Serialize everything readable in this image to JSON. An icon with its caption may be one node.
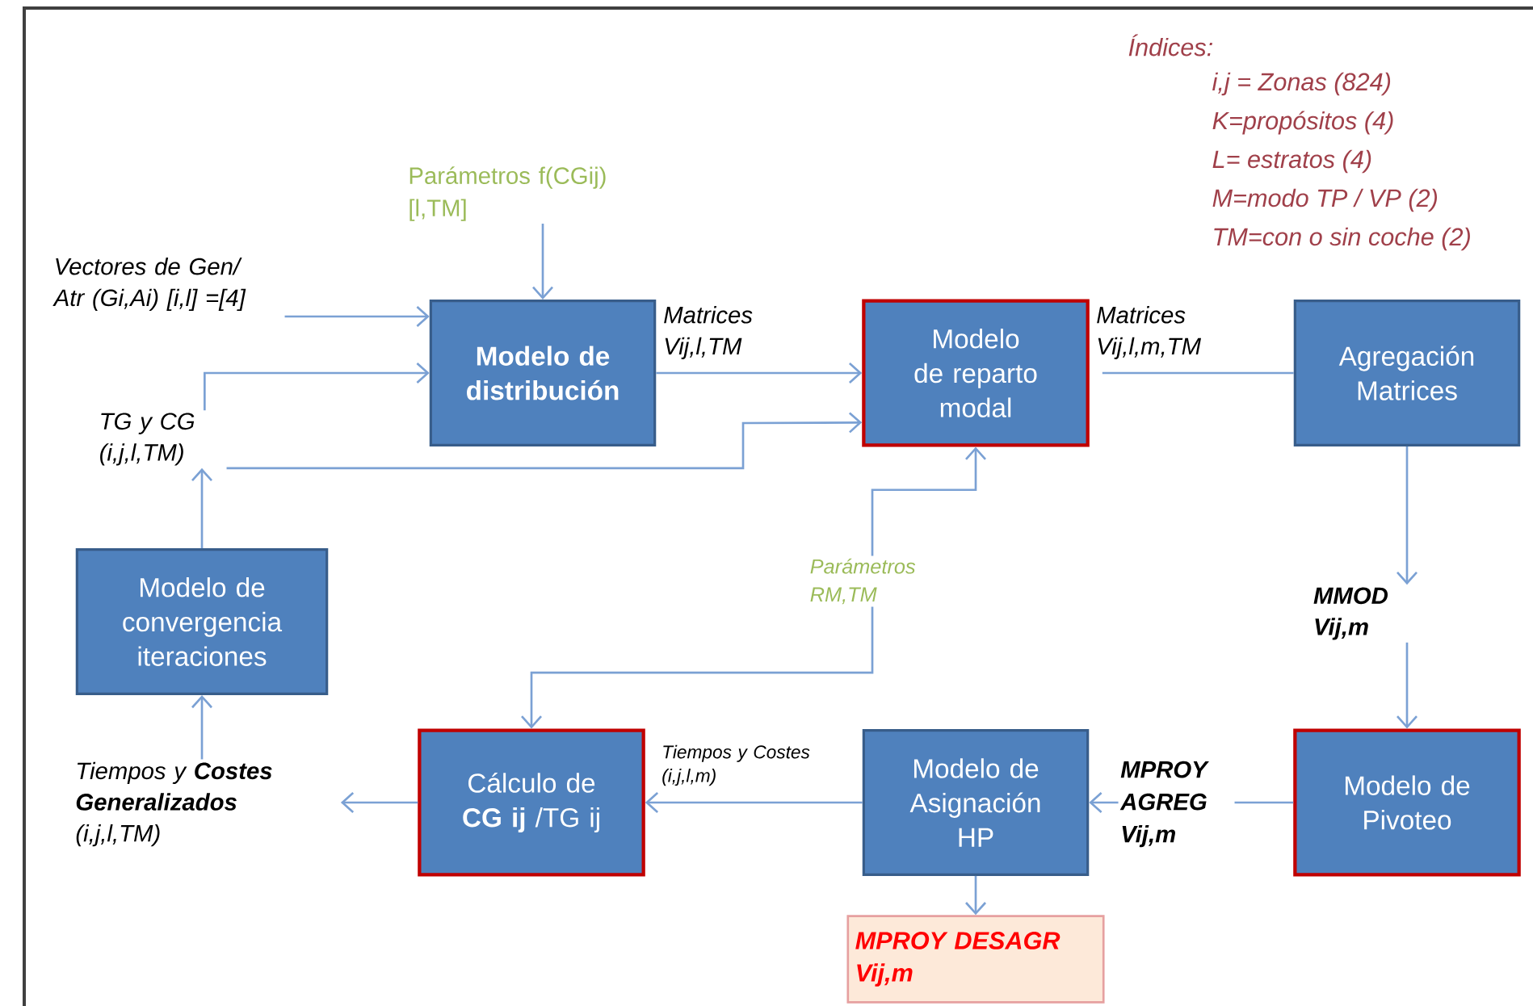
{
  "diagram": {
    "nodes": [
      {
        "text": [
          "Modelo de distribución"
        ]
      },
      {
        "text": [
          "Modelo de reparto modal"
        ]
      },
      {
        "text": [
          "Agregación Matrices"
        ]
      },
      {
        "text": [
          "Modelo de convergencia iteraciones"
        ]
      },
      {
        "text": [
          "Cálculo de **CG ij** /TG ij"
        ]
      },
      {
        "text": [
          "Modelo de Asignación HP"
        ]
      },
      {
        "text": [
          "Modelo de Pivoteo"
        ]
      },
      {
        "text": [
          "MPROY DESAGR Vij,m"
        ]
      },
      {
        "text": [
          "Parámetros f(CGij) [l,TM]"
        ]
      },
      {
        "text": [
          "Vectores de Gen/ Atr (Gi,Ai) [i,l] =[4]"
        ]
      },
      {
        "text": [
          "TG y CG (i,j,l,TM)"
        ]
      },
      {
        "text": [
          "Parámetros RM,TM"
        ]
      },
      {
        "text": [
          "Tiempos y **Costes Generalizados** (i,j,l,TM)"
        ]
      },
      {
        "text": [
          "MMOD Vij,m"
        ]
      }
    ],
    "edges": [
      {
        "from": 8,
        "to": 0,
        "arrow": "to"
      },
      {
        "from": 9,
        "to": 0,
        "arrow": "to"
      },
      {
        "from": 3,
        "to": 10,
        "arrow": "to"
      },
      {
        "from": 10,
        "to": 0,
        "arrow": "to"
      },
      {
        "from": 10,
        "to": 1,
        "arrow": "to"
      },
      {
        "from": 0,
        "to": 1,
        "arrow": "to",
        "label": "Matrices Vij,l,TM"
      },
      {
        "from": 1,
        "to": 2,
        "arrow": "none",
        "label": "Matrices Vij,l,m,TM"
      },
      {
        "from": 2,
        "to": 13,
        "arrow": "to"
      },
      {
        "from": 13,
        "to": 6,
        "arrow": "to"
      },
      {
        "from": 11,
        "to": 1,
        "arrow": "to"
      },
      {
        "from": 11,
        "to": 4,
        "arrow": "to"
      },
      {
        "from": 6,
        "to": 5,
        "arrow": "to",
        "label": "MPROY AGREG Vij,m"
      },
      {
        "from": 5,
        "to": 4,
        "arrow": "to",
        "label": "Tiempos y Costes (i,j,l,m)"
      },
      {
        "from": 4,
        "to": 12,
        "arrow": "to"
      },
      {
        "from": 12,
        "to": 3,
        "arrow": "to"
      },
      {
        "from": 5,
        "to": 7,
        "arrow": "to"
      }
    ],
    "labels": [
      "Índices:",
      "i,j = Zonas (824)",
      "K=propósitos (4)",
      "L= estratos (4)",
      "M=modo TP / VP (2)",
      "TM=con o sin coche (2)"
    ]
  }
}
